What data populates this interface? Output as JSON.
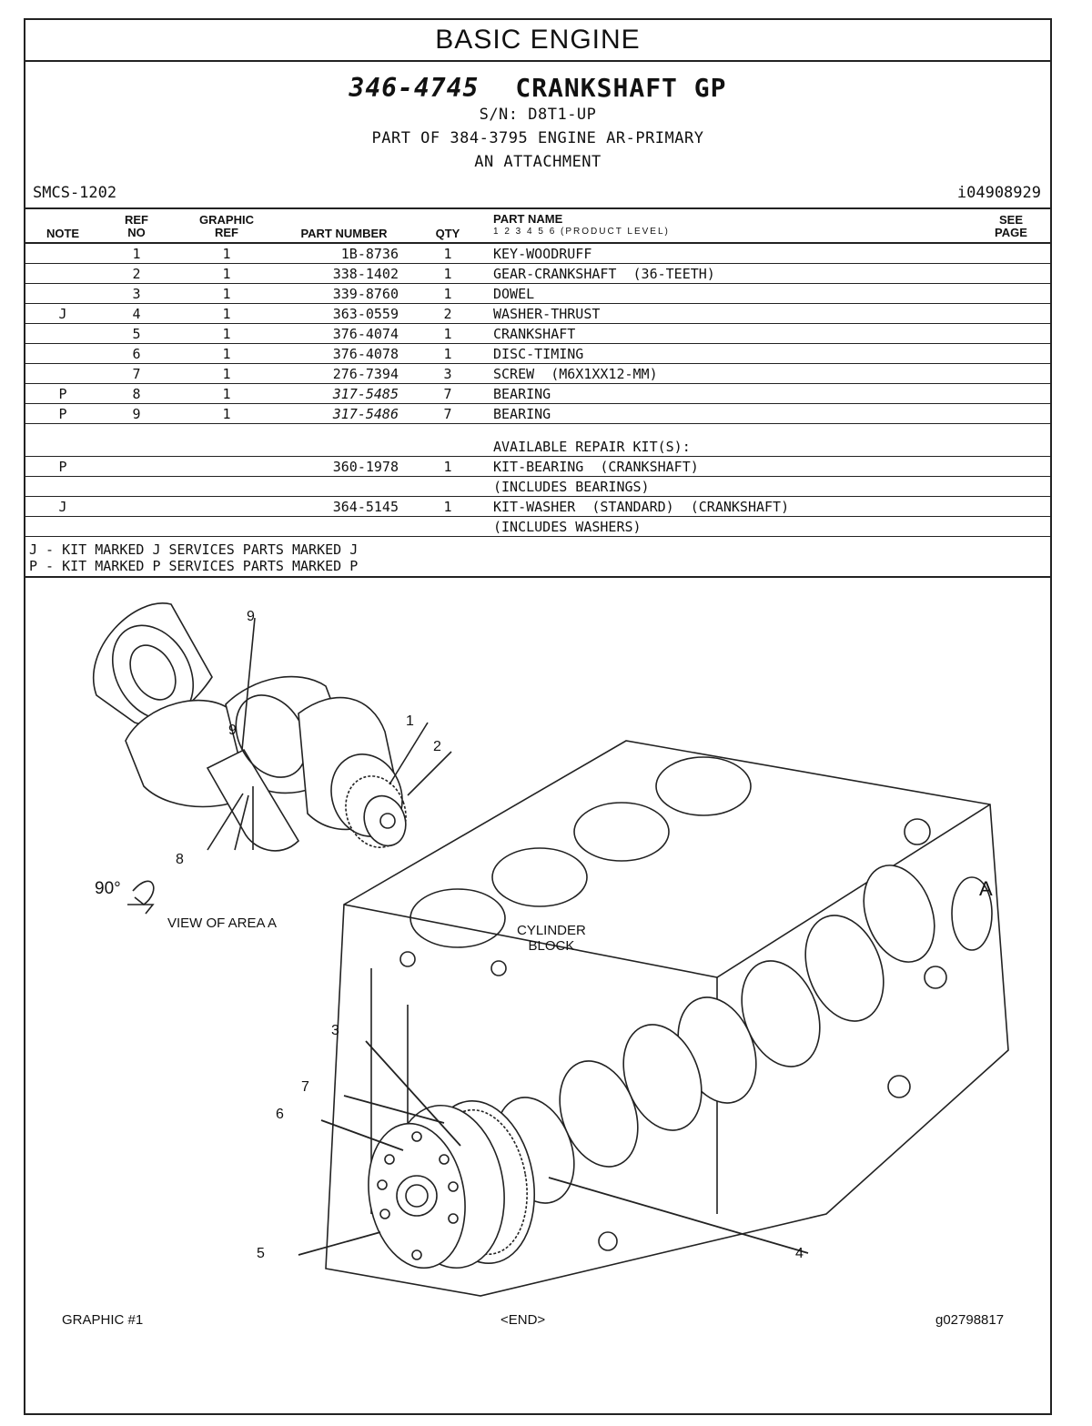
{
  "section_title": "BASIC ENGINE",
  "header": {
    "part_number": "346-4745",
    "part_title": "CRANKSHAFT GP",
    "serial": "S/N: D8T1-UP",
    "part_of": "PART OF 384-3795 ENGINE AR-PRIMARY",
    "attachment": "AN ATTACHMENT",
    "smcs": "SMCS-1202",
    "doc_id": "i04908929"
  },
  "columns": {
    "note": "NOTE",
    "ref_no_1": "REF",
    "ref_no_2": "NO",
    "graphic_ref_1": "GRAPHIC",
    "graphic_ref_2": "REF",
    "part_number": "PART NUMBER",
    "qty": "QTY",
    "part_name": "PART NAME",
    "product_level": "1  2  3  4  5  6  (PRODUCT LEVEL)",
    "see_page_1": "SEE",
    "see_page_2": "PAGE"
  },
  "rows": [
    {
      "note": "",
      "ref": "1",
      "gref": "1",
      "pn": "1B-8736",
      "qty": "1",
      "name": "KEY-WOODRUFF"
    },
    {
      "note": "",
      "ref": "2",
      "gref": "1",
      "pn": "338-1402",
      "qty": "1",
      "name": "GEAR-CRANKSHAFT  (36-TEETH)"
    },
    {
      "note": "",
      "ref": "3",
      "gref": "1",
      "pn": "339-8760",
      "qty": "1",
      "name": "DOWEL"
    },
    {
      "note": "J",
      "ref": "4",
      "gref": "1",
      "pn": "363-0559",
      "qty": "2",
      "name": "WASHER-THRUST"
    },
    {
      "note": "",
      "ref": "5",
      "gref": "1",
      "pn": "376-4074",
      "qty": "1",
      "name": "CRANKSHAFT"
    },
    {
      "note": "",
      "ref": "6",
      "gref": "1",
      "pn": "376-4078",
      "qty": "1",
      "name": "DISC-TIMING"
    },
    {
      "note": "",
      "ref": "7",
      "gref": "1",
      "pn": "276-7394",
      "qty": "3",
      "name": "SCREW  (M6X1XX12-MM)"
    },
    {
      "note": "P",
      "ref": "8",
      "gref": "1",
      "pn": "317-5485",
      "qty": "7",
      "name": "BEARING"
    },
    {
      "note": "P",
      "ref": "9",
      "gref": "1",
      "pn": "317-5486",
      "qty": "7",
      "name": "BEARING"
    }
  ],
  "repair_kits_label": "AVAILABLE REPAIR KIT(S):",
  "kits": [
    {
      "note": "P",
      "pn": "360-1978",
      "qty": "1",
      "name": "KIT-BEARING  (CRANKSHAFT)",
      "includes": "(INCLUDES BEARINGS)"
    },
    {
      "note": "J",
      "pn": "364-5145",
      "qty": "1",
      "name": "KIT-WASHER  (STANDARD)  (CRANKSHAFT)",
      "includes": "(INCLUDES WASHERS)"
    }
  ],
  "notes": [
    "J - KIT MARKED J SERVICES PARTS MARKED J",
    "P - KIT MARKED P SERVICES PARTS MARKED P"
  ],
  "graphic": {
    "rotation_label": "90°",
    "view_label": "VIEW OF AREA A",
    "cylinder_block_1": "CYLINDER",
    "cylinder_block_2": "BLOCK",
    "area_marker": "A",
    "callouts": [
      "1",
      "2",
      "3",
      "4",
      "5",
      "6",
      "7",
      "8",
      "9",
      "9"
    ],
    "graphic_number": "GRAPHIC #1",
    "end_marker": "<END>",
    "graphic_id": "g02798817"
  }
}
